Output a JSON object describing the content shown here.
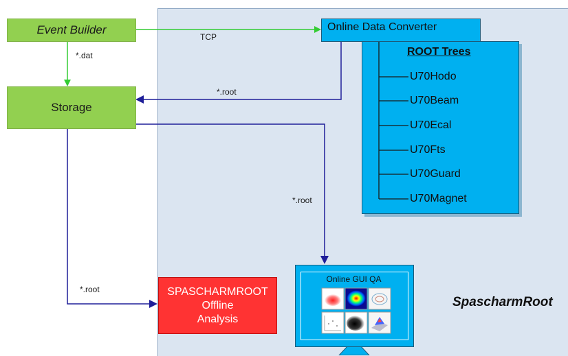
{
  "boxes": {
    "event_builder": "Event Builder",
    "storage": "Storage",
    "converter": "Online Data Converter",
    "trees_title": "ROOT Trees",
    "trees": [
      "U70Hodo",
      "U70Beam",
      "U70Ecal",
      "U70Fts",
      "U70Guard",
      "U70Magnet"
    ],
    "offline": [
      "SPASCHARMROOT",
      "Offline",
      "Analysis"
    ],
    "gui_title": "Online GUI QA",
    "brand": "SpascharmRoot"
  },
  "edges": {
    "tcp": "TCP",
    "eb_to_storage": "*.dat",
    "conv_to_storage": "*.root",
    "storage_to_gui": "*.root",
    "storage_to_offline": "*.root"
  },
  "colors": {
    "green_box": "#92d050",
    "green_arrow": "#33cc33",
    "blue_arrow": "#1f1f99",
    "cyan_box": "#00b0f0",
    "red_box": "#ff3333",
    "region": "#dbe5f1"
  },
  "icons": {
    "gui_thumbs": [
      "red-histogram-icon",
      "heatmap-icon",
      "contour-icon",
      "scatter-plot-icon",
      "density-plot-icon",
      "surface-3d-icon"
    ]
  }
}
